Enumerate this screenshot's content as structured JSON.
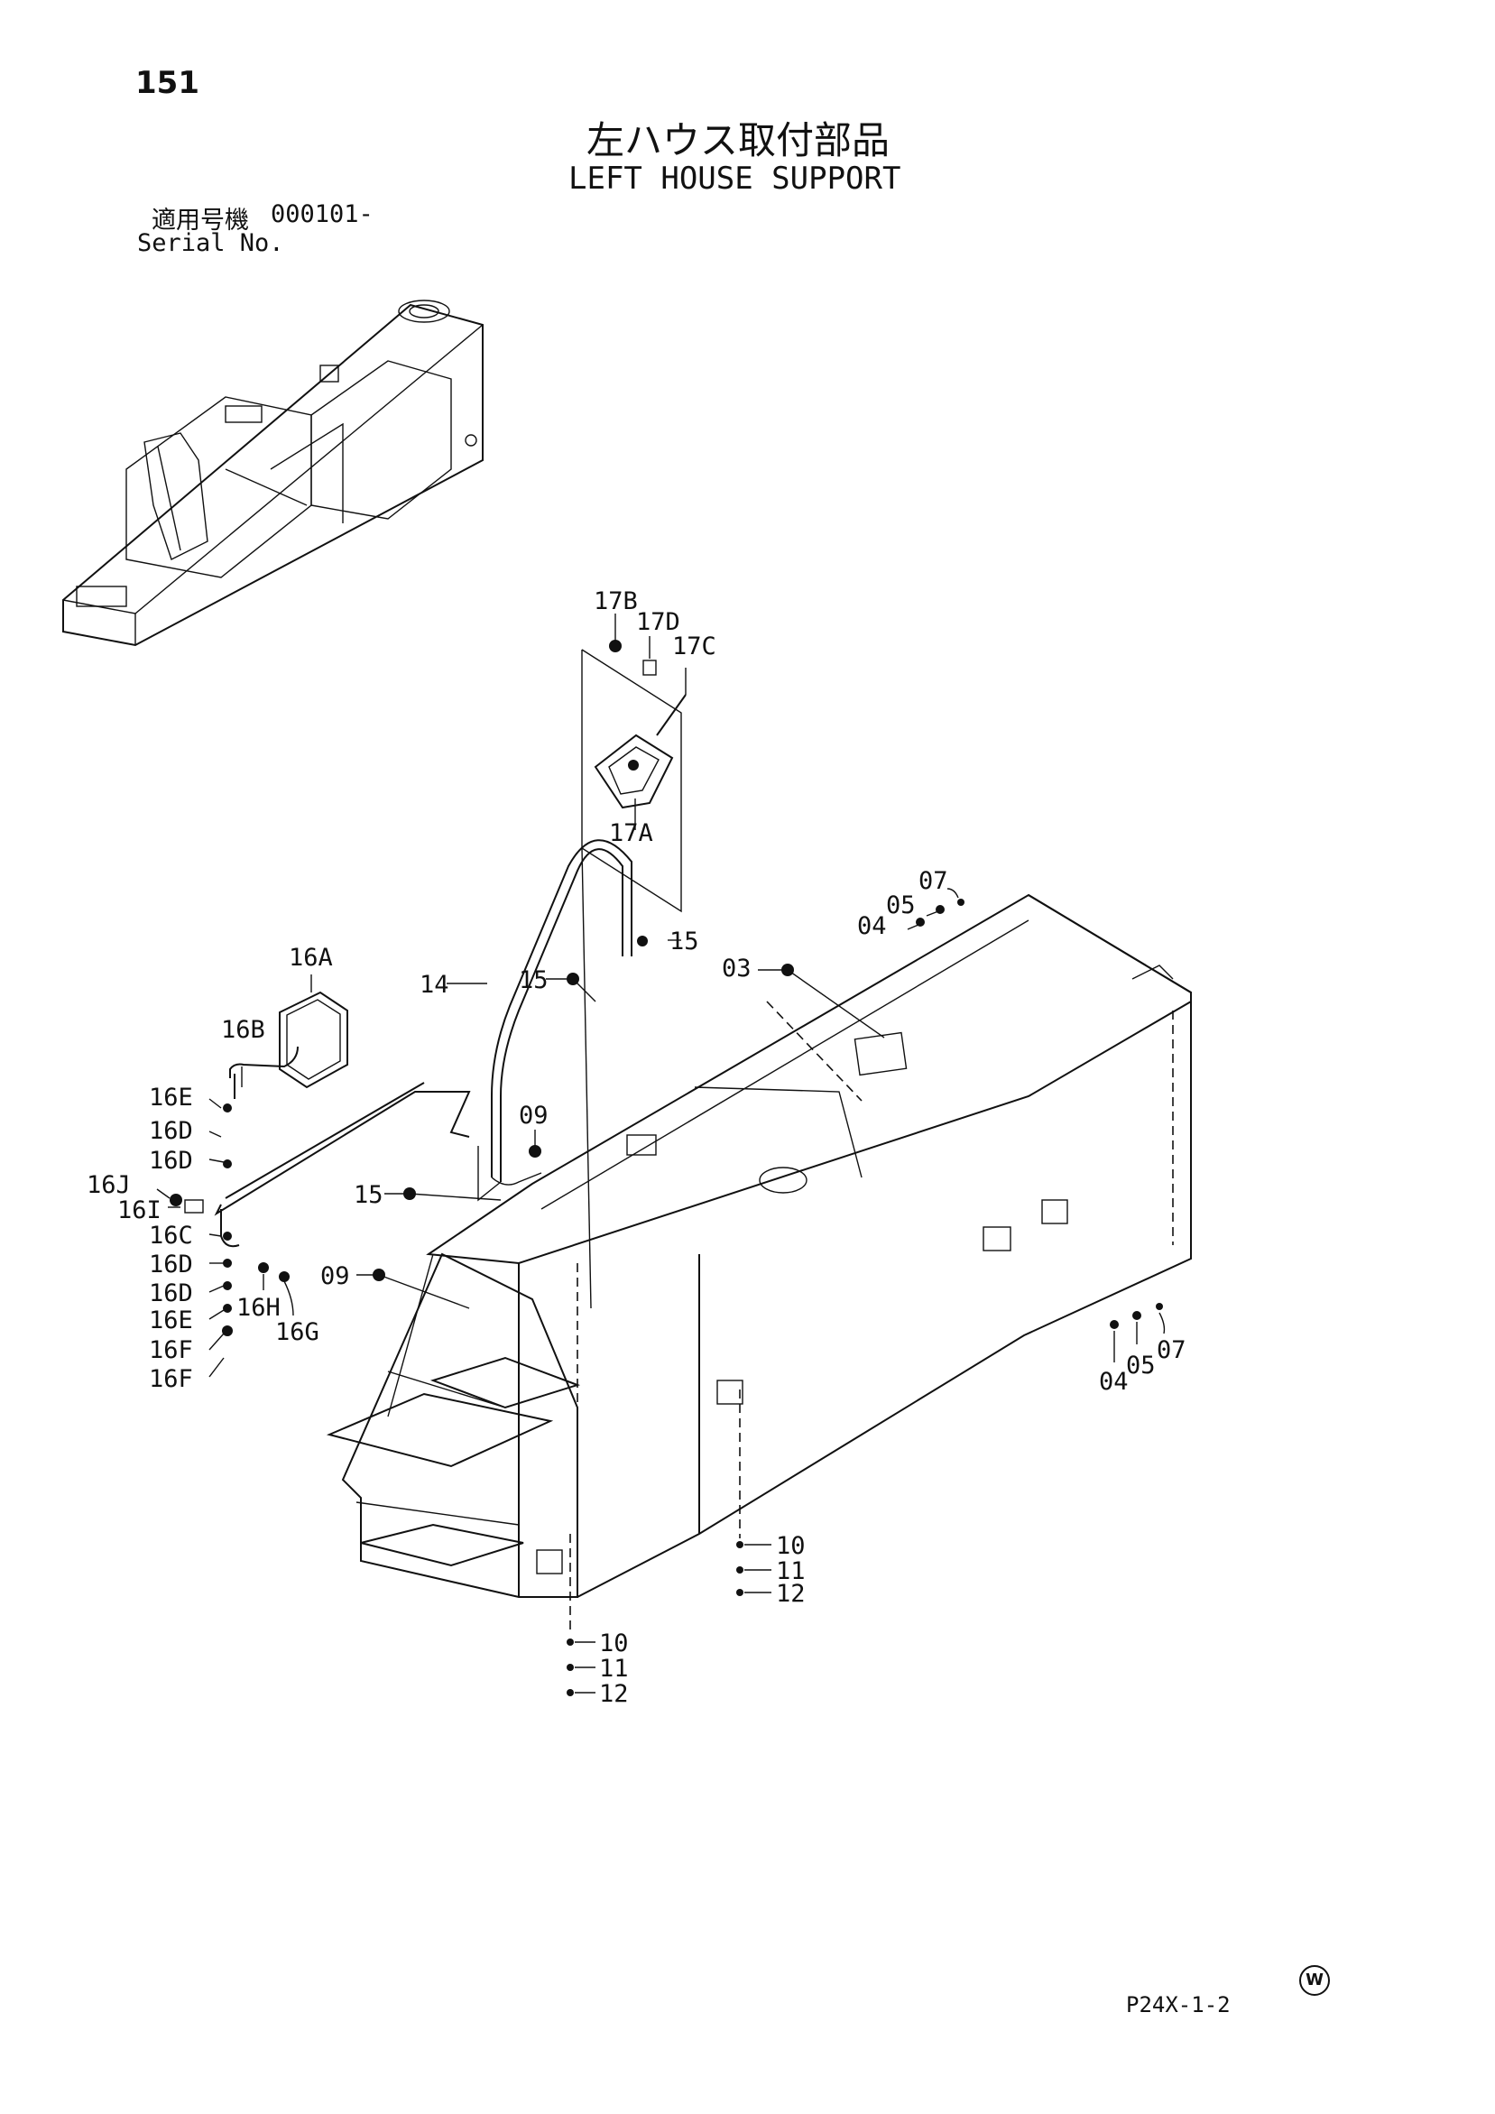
{
  "page_number": "151",
  "title_jp": "左ハウス取付部品",
  "title_en": "LEFT HOUSE SUPPORT",
  "serial": {
    "label_jp": "適用号機",
    "value": "000101-",
    "label_en": "Serial No."
  },
  "footer": {
    "code": "P24X-1-2",
    "mark": "W"
  },
  "callouts": {
    "c17B": "17B",
    "c17D": "17D",
    "c17C": "17C",
    "c17A": "17A",
    "c07a": "07",
    "c05a": "05",
    "c04a": "04",
    "c15a": "15",
    "c03": "03",
    "c14": "14",
    "c15b": "15",
    "c16A": "16A",
    "c16B": "16B",
    "c16E": "16E",
    "c16Da": "16D",
    "c16Db": "16D",
    "c16J": "16J",
    "c16I": "16I",
    "c16C": "16C",
    "c16Dc": "16D",
    "c16Dd": "16D",
    "c16H": "16H",
    "c16G": "16G",
    "c16Eb": "16E",
    "c16Fa": "16F",
    "c16Fb": "16F",
    "c09a": "09",
    "c15c": "15",
    "c09b": "09",
    "c04b": "04",
    "c05b": "05",
    "c07b": "07",
    "c10a": "10",
    "c11a": "11",
    "c12a": "12",
    "c10b": "10",
    "c11b": "11",
    "c12b": "12"
  }
}
